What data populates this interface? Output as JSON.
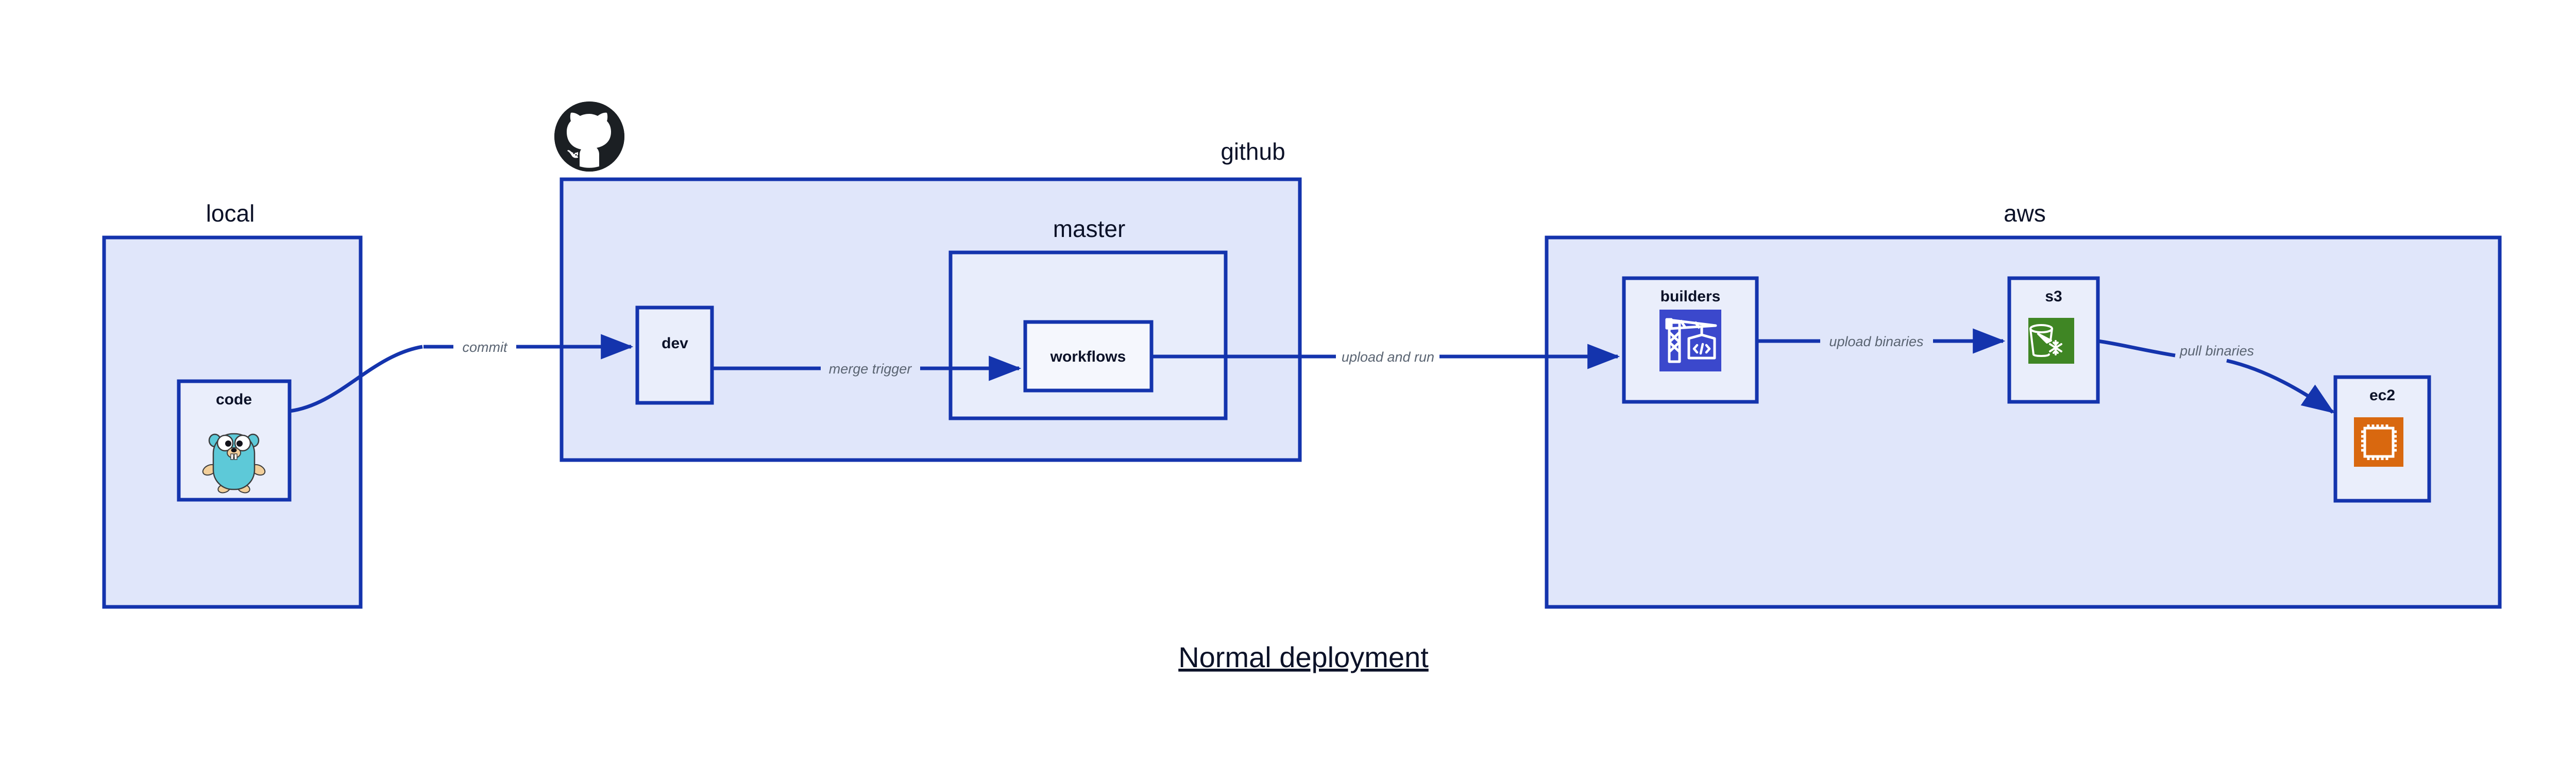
{
  "title": "Normal deployment",
  "colors": {
    "edge": "#1434ad",
    "cluster_fill": "#e0e6fa",
    "cluster_inner_fill": "#e8edfb",
    "node_fill": "#eaeefb",
    "node_white_fill": "#f5f7fd",
    "label_text": "#0c1228",
    "edge_label_text": "#5a6472",
    "codebuild_blue": "#3b48cc",
    "s3_green": "#3f8624",
    "ec2_orange": "#d9680f",
    "gopher_cyan": "#5dc9d8",
    "gopher_tan": "#f2cf9b",
    "github_black": "#1b1f23"
  },
  "clusters": [
    {
      "id": "local",
      "label": "local"
    },
    {
      "id": "github",
      "label": "github",
      "icon": "github-octocat-icon"
    },
    {
      "id": "master",
      "label": "master"
    },
    {
      "id": "aws",
      "label": "aws"
    }
  ],
  "nodes": [
    {
      "id": "code",
      "label": "code",
      "icon": "go-gopher-icon",
      "cluster": "local"
    },
    {
      "id": "dev",
      "label": "dev",
      "icon": null,
      "cluster": "github"
    },
    {
      "id": "workflows",
      "label": "workflows",
      "icon": null,
      "cluster": "master"
    },
    {
      "id": "builders",
      "label": "builders",
      "icon": "aws-codebuild-icon",
      "cluster": "aws"
    },
    {
      "id": "s3",
      "label": "s3",
      "icon": "aws-s3-glacier-icon",
      "cluster": "aws"
    },
    {
      "id": "ec2",
      "label": "ec2",
      "icon": "aws-ec2-icon",
      "cluster": "aws"
    }
  ],
  "edges": [
    {
      "id": "code-dev",
      "from": "code",
      "to": "dev",
      "label": "commit"
    },
    {
      "id": "dev-workflows",
      "from": "dev",
      "to": "workflows",
      "label": "merge trigger"
    },
    {
      "id": "workflows-build",
      "from": "workflows",
      "to": "builders",
      "label": "upload and run"
    },
    {
      "id": "builders-s3",
      "from": "builders",
      "to": "s3",
      "label": "upload binaries"
    },
    {
      "id": "s3-ec2",
      "from": "s3",
      "to": "ec2",
      "label": "pull binaries"
    }
  ]
}
